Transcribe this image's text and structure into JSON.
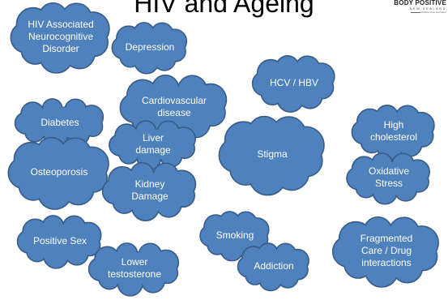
{
  "title": "HIV and Ageing",
  "logo": {
    "main": "BODY POSITIVE",
    "sub": "NEW ZEALAND",
    "tag": "Positive Over Exclusion"
  },
  "colors": {
    "cloud_fill": "#4F81BD",
    "cloud_stroke": "#385D8A",
    "label": "#FFFFFF"
  },
  "nodes": [
    {
      "id": "hand",
      "label": "HIV Associated\nNeurocognitive\nDisorder"
    },
    {
      "id": "depression",
      "label": "Depression"
    },
    {
      "id": "hcv",
      "label": "HCV / HBV"
    },
    {
      "id": "cardio",
      "label": "Cardiovascular\ndisease"
    },
    {
      "id": "diabetes",
      "label": "Diabetes"
    },
    {
      "id": "liver",
      "label": "Liver\ndamage"
    },
    {
      "id": "osteo",
      "label": "Osteoporosis"
    },
    {
      "id": "kidney",
      "label": "Kidney\nDamage"
    },
    {
      "id": "stigma",
      "label": "Stigma"
    },
    {
      "id": "cholesterol",
      "label": "High\ncholesterol"
    },
    {
      "id": "oxidative",
      "label": "Oxidative\nStress"
    },
    {
      "id": "smoking",
      "label": "Smoking"
    },
    {
      "id": "addiction",
      "label": "Addiction"
    },
    {
      "id": "possex",
      "label": "Positive Sex"
    },
    {
      "id": "testosterone",
      "label": "Lower\ntestosterone"
    },
    {
      "id": "fragmented",
      "label": "Fragmented\nCare / Drug\ninteractions"
    }
  ]
}
